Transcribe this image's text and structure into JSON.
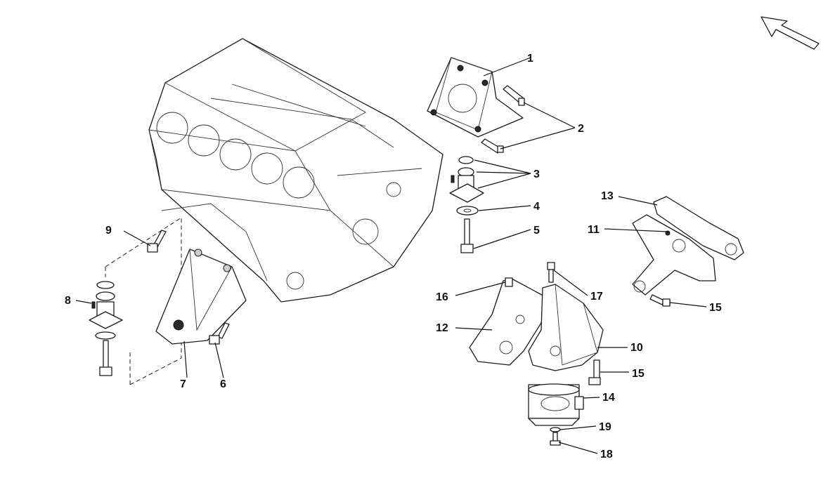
{
  "labels": {
    "l1": "1",
    "l2": "2",
    "l3": "3",
    "l4": "4",
    "l5": "5",
    "l6": "6",
    "l7": "7",
    "l8": "8",
    "l9": "9",
    "l10": "10",
    "l11": "11",
    "l12": "12",
    "l13": "13",
    "l14": "14",
    "l15a": "15",
    "l15b": "15",
    "l16": "16",
    "l17": "17",
    "l18": "18",
    "l19": "19"
  },
  "colors": {
    "line": "#111111",
    "background": "#ffffff"
  },
  "icons": {
    "orientation": "direction-arrow-icon"
  }
}
